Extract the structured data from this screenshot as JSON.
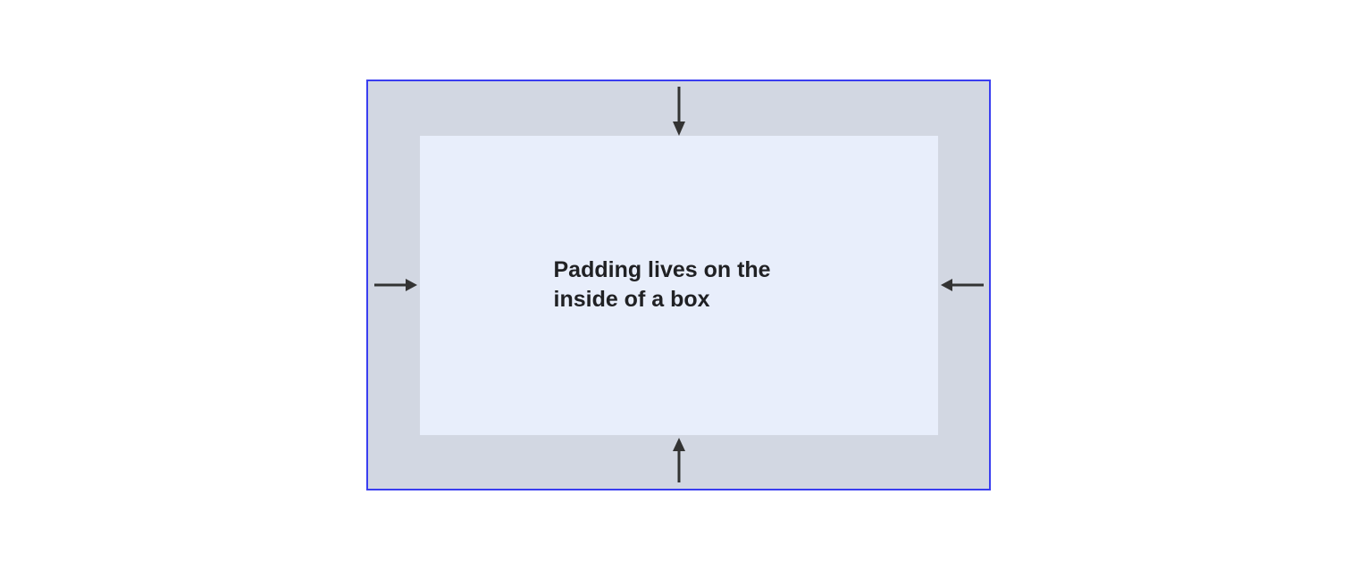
{
  "diagram": {
    "label_line1": "Padding lives on the",
    "label_line2": "inside of a box",
    "colors": {
      "page_background": "#ffffff",
      "box_border": "#3a3ef0",
      "padding_area": "#d2d7e2",
      "content_area": "#e8eefb",
      "arrow": "#333333",
      "text": "#202124"
    },
    "arrows": [
      {
        "side": "top",
        "direction": "down"
      },
      {
        "side": "bottom",
        "direction": "up"
      },
      {
        "side": "left",
        "direction": "right"
      },
      {
        "side": "right",
        "direction": "left"
      }
    ]
  }
}
